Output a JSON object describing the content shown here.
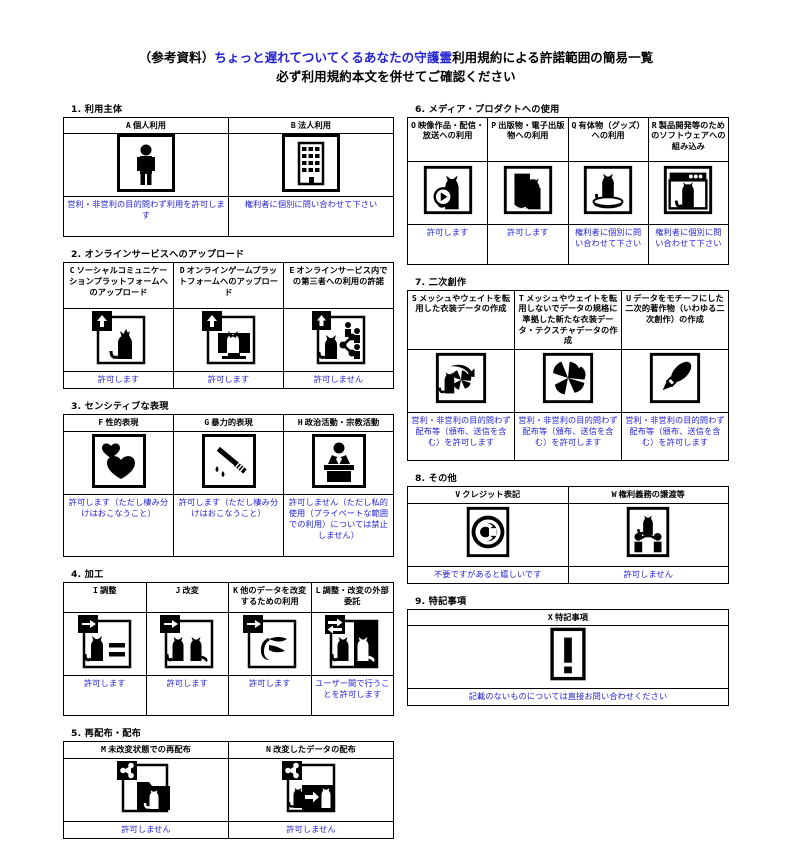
{
  "title": {
    "line1_pre": "（参考資料）",
    "line1_accent": "ちょっと遅れてついてくるあなたの守護霊",
    "line1_post": "利用規約による許諾範囲の簡易一覧",
    "line2": "必ず利用規約本文を併せてご確認ください"
  },
  "colors": {
    "accent_blue": "#2323d6",
    "text_black": "#000000",
    "border": "#000000",
    "background": "#ffffff"
  },
  "sections": [
    {
      "heading": "1. 利用主体",
      "columns": 2,
      "items": [
        {
          "letter": "A",
          "label": "個人利用",
          "icon": "person-icon",
          "note": "営利・非営利の目的問わず利用を許可します"
        },
        {
          "letter": "B",
          "label": "法人利用",
          "icon": "building-icon",
          "note": "権利者に個別に問い合わせて下さい"
        }
      ]
    },
    {
      "heading": "2. オンラインサービスへのアップロード",
      "columns": 3,
      "items": [
        {
          "letter": "C",
          "label": "ソーシャルコミュニケーションプラットフォームへのアップロード",
          "icon": "upload-cat-icon",
          "note": "許可します"
        },
        {
          "letter": "D",
          "label": "オンラインゲームプラットフォームへのアップロード",
          "icon": "upload-monitor-cat-icon",
          "note": "許可します"
        },
        {
          "letter": "E",
          "label": "オンラインサービス内での第三者への利用の許諾",
          "icon": "share-people-cat-icon",
          "note": "許可しません"
        }
      ]
    },
    {
      "heading": "3. センシティブな表現",
      "columns": 3,
      "items": [
        {
          "letter": "F",
          "label": "性的表現",
          "icon": "hearts-icon",
          "note": "許可します（ただし棲み分けはおこなうこと）"
        },
        {
          "letter": "G",
          "label": "暴力的表現",
          "icon": "knife-icon",
          "note": "許可します（ただし棲み分けはおこなうこと）"
        },
        {
          "letter": "H",
          "label": "政治活動・宗教活動",
          "icon": "podium-speaker-icon",
          "note": "許可しません（ただし私的使用（プライベートな範囲での利用）については禁止しません）"
        }
      ]
    },
    {
      "heading": "4. 加工",
      "columns": 4,
      "items": [
        {
          "letter": "I",
          "label": "調整",
          "icon": "arrow-cat-equal-icon",
          "note": "許可します"
        },
        {
          "letter": "J",
          "label": "改変",
          "icon": "arrow-two-cats-icon",
          "note": "許可します"
        },
        {
          "letter": "K",
          "label": "他のデータを改変するための利用",
          "icon": "arrow-cat-morph-icon",
          "note": "許可します"
        },
        {
          "letter": "L",
          "label": "調整・改変の外部委託",
          "icon": "exchange-two-cats-icon",
          "note": "ユーザー間で行うことを許可します"
        }
      ]
    },
    {
      "heading": "5. 再配布・配布",
      "columns": 2,
      "items": [
        {
          "letter": "M",
          "label": "未改変状態での再配布",
          "icon": "share-folder-cat-icon",
          "note": "許可しません"
        },
        {
          "letter": "N",
          "label": "改変したデータの配布",
          "icon": "share-folder-modified-cat-icon",
          "note": "許可しません"
        }
      ]
    },
    {
      "heading": "6. メディア・プロダクトへの使用",
      "columns": 4,
      "items": [
        {
          "letter": "O",
          "label": "映像作品・配信・放送への利用",
          "icon": "play-cat-icon",
          "note": "許可します"
        },
        {
          "letter": "P",
          "label": "出版物・電子出版物への利用",
          "icon": "document-cat-icon",
          "note": "許可します"
        },
        {
          "letter": "Q",
          "label": "有体物（グッズ）への利用",
          "icon": "figure-cat-icon",
          "note": "権利者に個別に問い合わせて下さい"
        },
        {
          "letter": "R",
          "label": "製品開発等のためのソフトウェアへの組み込み",
          "icon": "window-cat-icon",
          "note": "権利者に個別に問い合わせて下さい"
        }
      ]
    },
    {
      "heading": "7. 二次創作",
      "columns": 3,
      "items": [
        {
          "letter": "S",
          "label": "メッシュやウェイトを転用した衣装データの作成",
          "icon": "cat-mesh-transfer-icon",
          "note": "営利・非営利の目的問わず配布等（頒布、送信を含む）を許可します"
        },
        {
          "letter": "T",
          "label": "メッシュやウェイトを転用しないでデータの規格に準拠した新たな衣装データ・テクスチャデータの作成",
          "icon": "mesh-burst-icon",
          "note": "営利・非営利の目的問わず配布等（頒布、送信を含む）を許可します"
        },
        {
          "letter": "U",
          "label": "データをモチーフにした二次的著作物（いわゆる二次創作）の作成",
          "icon": "paintbrush-icon",
          "note": "営利・非営利の目的問わず配布等（頒布、送信を含む）を許可します"
        }
      ]
    },
    {
      "heading": "8. その他",
      "columns": 2,
      "items": [
        {
          "letter": "V",
          "label": "クレジット表記",
          "icon": "copyright-icon",
          "note": "不要ですがあると嬉しいです"
        },
        {
          "letter": "W",
          "label": "権利義務の譲渡等",
          "icon": "transfer-people-cat-icon",
          "note": "許可しません"
        }
      ]
    },
    {
      "heading": "9. 特記事項",
      "columns": 1,
      "items": [
        {
          "letter": "X",
          "label": "特記事項",
          "icon": "exclamation-icon",
          "note": "記載のないものについては直接お問い合わせください"
        }
      ]
    }
  ]
}
